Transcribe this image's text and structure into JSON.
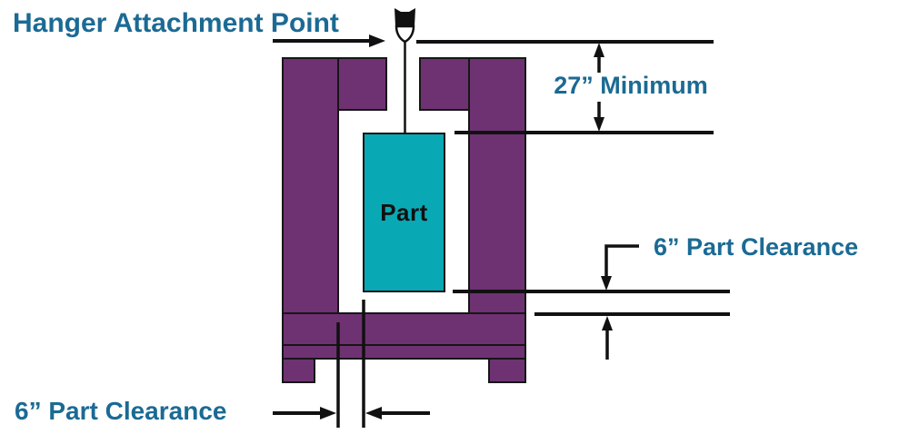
{
  "diagram": {
    "title": "Hanger Attachment Point",
    "part_label": "Part",
    "annotations": {
      "min_height": "27” Minimum",
      "part_clearance_right": "6” Part Clearance",
      "part_clearance_bottom": "6” Part Clearance"
    },
    "colors": {
      "fixture_purple": "#6E3272",
      "part_teal": "#09A8B5",
      "label_blue": "#1B6A94",
      "line_black": "#111111"
    },
    "background": "#FFFFFF"
  }
}
